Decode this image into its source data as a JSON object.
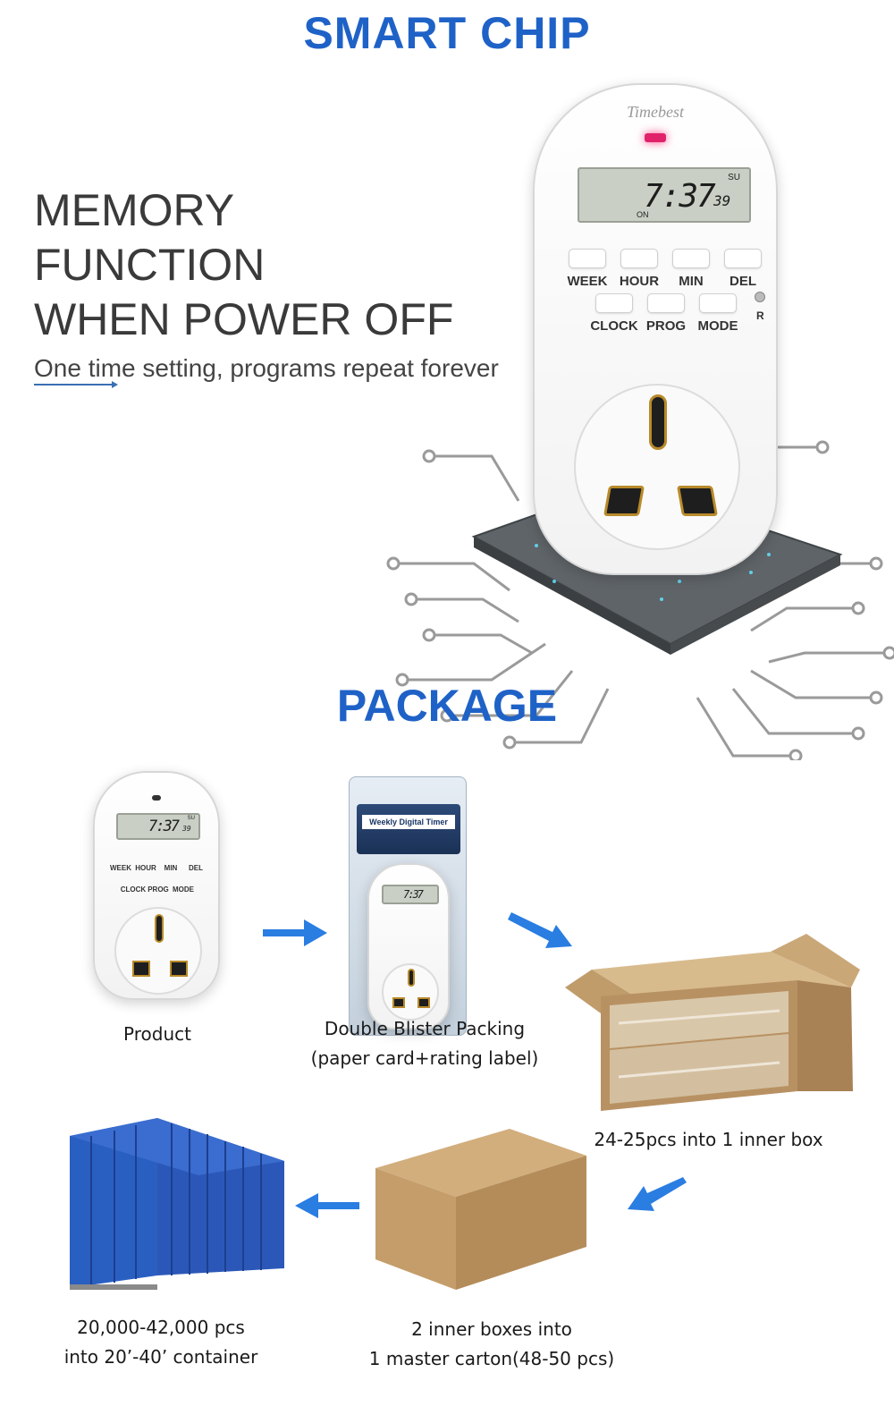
{
  "sections": {
    "smart_chip_title": "SMART CHIP",
    "package_title": "PACKAGE"
  },
  "memory": {
    "line1": "MEMORY",
    "line2": "FUNCTION",
    "line3": "WHEN POWER OFF",
    "subtitle": "One time setting, programs repeat forever"
  },
  "timer": {
    "brand": "Timebest",
    "day": "SU",
    "time": "7:37",
    "seconds": "39",
    "status": "ON",
    "buttons_row1": [
      "WEEK",
      "HOUR",
      "MIN",
      "DEL"
    ],
    "buttons_row2": [
      "CLOCK",
      "PROG",
      "MODE"
    ],
    "reset_label": "R"
  },
  "blister": {
    "card_title": "Weekly Digital Timer"
  },
  "package_steps": {
    "product": "Product",
    "blister_line1": "Double Blister Packing",
    "blister_line2": "(paper card+rating label)",
    "inner_box": "24-25pcs into 1 inner box",
    "master_line1": "2 inner boxes into",
    "master_line2": "1 master carton(48-50 pcs)",
    "container_line1": "20,000-42,000 pcs",
    "container_line2": "into 20’-40’ container"
  },
  "colors": {
    "accent_blue": "#1f62c7",
    "arrow_blue": "#2a7de1",
    "led_pink": "#e0226a",
    "cardboard": "#c9a679",
    "container_blue": "#2b58b8"
  }
}
